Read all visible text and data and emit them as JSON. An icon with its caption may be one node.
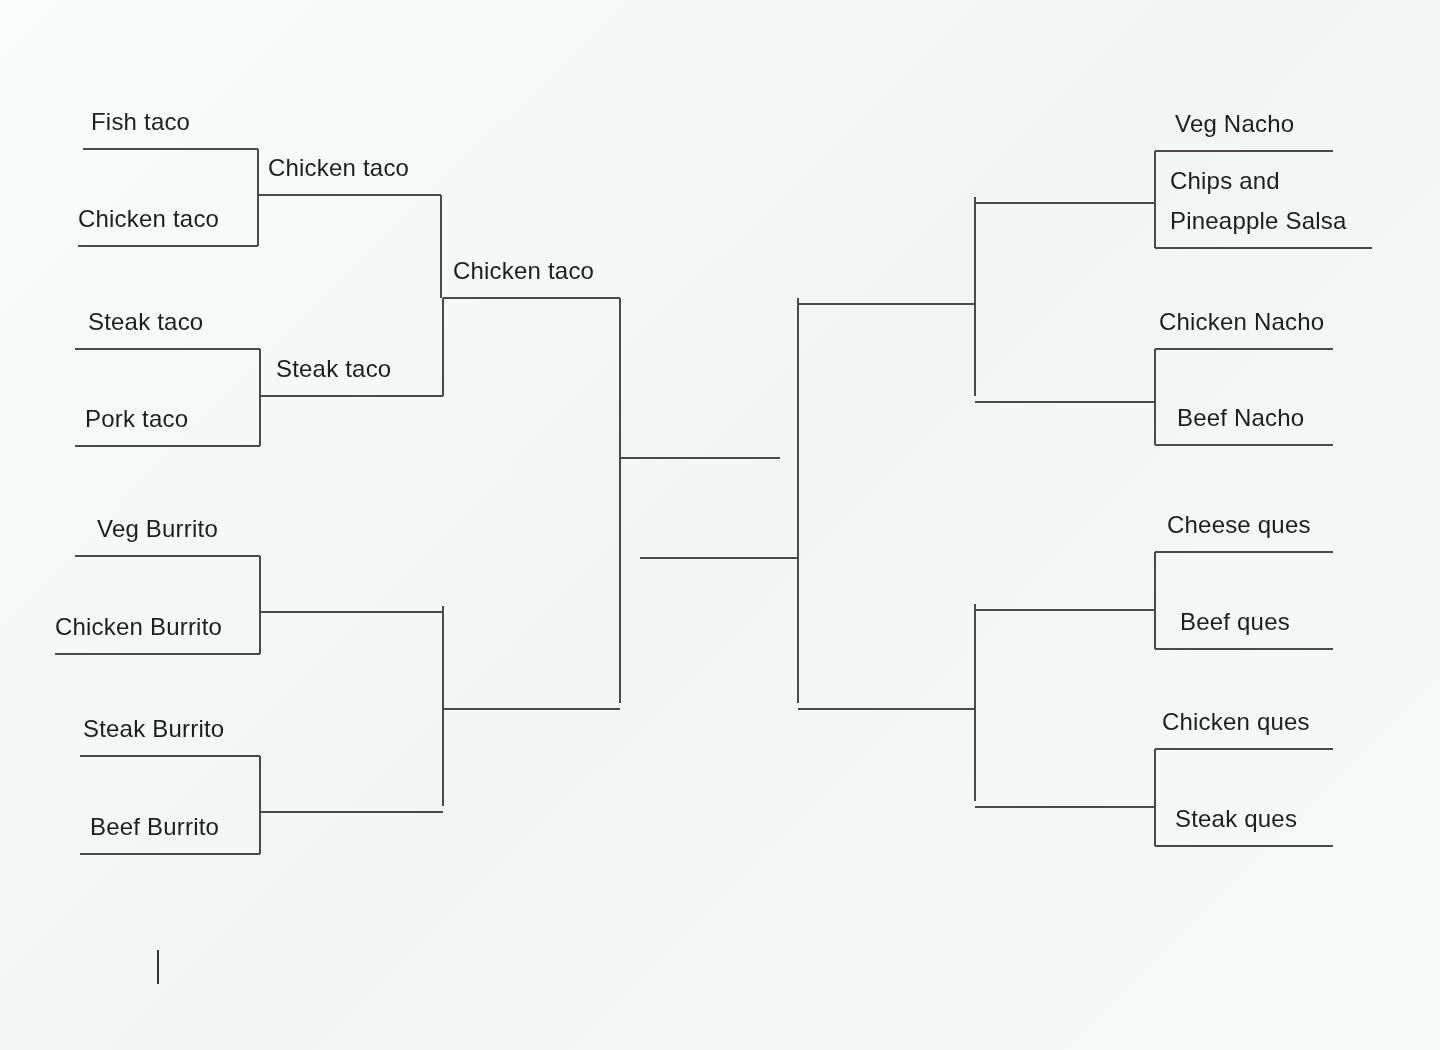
{
  "diagram": {
    "nodes": [
      {
        "text": [
          "Fish taco"
        ]
      },
      {
        "text": [
          "Chicken taco"
        ]
      },
      {
        "text": [
          "Steak taco"
        ]
      },
      {
        "text": [
          "Pork taco"
        ]
      },
      {
        "text": [
          "Veg Burrito"
        ]
      },
      {
        "text": [
          "Chicken Burrito"
        ]
      },
      {
        "text": [
          "Steak Burrito"
        ]
      },
      {
        "text": [
          "Beef Burrito"
        ]
      },
      {
        "text": [
          "Chicken taco"
        ]
      },
      {
        "text": [
          "Steak taco"
        ]
      },
      {
        "text": [],
        "shape": "line"
      },
      {
        "text": [],
        "shape": "line"
      },
      {
        "text": [
          "Chicken taco"
        ]
      },
      {
        "text": [],
        "shape": "line"
      },
      {
        "text": [],
        "shape": "line"
      },
      {
        "text": [],
        "shape": "line"
      },
      {
        "text": [],
        "shape": "line"
      },
      {
        "text": [],
        "shape": "line"
      },
      {
        "text": [],
        "shape": "line"
      },
      {
        "text": [],
        "shape": "line"
      },
      {
        "text": [],
        "shape": "line"
      },
      {
        "text": [],
        "shape": "line"
      },
      {
        "text": [
          "Veg Nacho"
        ]
      },
      {
        "text": [
          "Chips and Pineapple Salsa"
        ]
      },
      {
        "text": [
          "Chicken Nacho"
        ]
      },
      {
        "text": [
          "Beef Nacho"
        ]
      },
      {
        "text": [
          "Cheese ques"
        ]
      },
      {
        "text": [
          "Beef ques"
        ]
      },
      {
        "text": [
          "Chicken ques"
        ]
      },
      {
        "text": [
          "Steak ques"
        ]
      }
    ],
    "edges": [
      {
        "from": 0,
        "to": 8,
        "arrow": "none"
      },
      {
        "from": 1,
        "to": 8,
        "arrow": "none"
      },
      {
        "from": 2,
        "to": 9,
        "arrow": "none"
      },
      {
        "from": 3,
        "to": 9,
        "arrow": "none"
      },
      {
        "from": 4,
        "to": 10,
        "arrow": "none"
      },
      {
        "from": 5,
        "to": 10,
        "arrow": "none"
      },
      {
        "from": 6,
        "to": 11,
        "arrow": "none"
      },
      {
        "from": 7,
        "to": 11,
        "arrow": "none"
      },
      {
        "from": 8,
        "to": 12,
        "arrow": "none"
      },
      {
        "from": 9,
        "to": 12,
        "arrow": "none"
      },
      {
        "from": 10,
        "to": 13,
        "arrow": "none"
      },
      {
        "from": 11,
        "to": 13,
        "arrow": "none"
      },
      {
        "from": 12,
        "to": 14,
        "arrow": "none"
      },
      {
        "from": 13,
        "to": 14,
        "arrow": "none"
      },
      {
        "from": 22,
        "to": 18,
        "arrow": "none"
      },
      {
        "from": 23,
        "to": 18,
        "arrow": "none"
      },
      {
        "from": 24,
        "to": 19,
        "arrow": "none"
      },
      {
        "from": 25,
        "to": 19,
        "arrow": "none"
      },
      {
        "from": 26,
        "to": 20,
        "arrow": "none"
      },
      {
        "from": 27,
        "to": 20,
        "arrow": "none"
      },
      {
        "from": 28,
        "to": 21,
        "arrow": "none"
      },
      {
        "from": 29,
        "to": 21,
        "arrow": "none"
      },
      {
        "from": 18,
        "to": 16,
        "arrow": "none"
      },
      {
        "from": 19,
        "to": 16,
        "arrow": "none"
      },
      {
        "from": 20,
        "to": 17,
        "arrow": "none"
      },
      {
        "from": 21,
        "to": 17,
        "arrow": "none"
      },
      {
        "from": 16,
        "to": 15,
        "arrow": "none"
      },
      {
        "from": 17,
        "to": 15,
        "arrow": "none"
      }
    ]
  }
}
